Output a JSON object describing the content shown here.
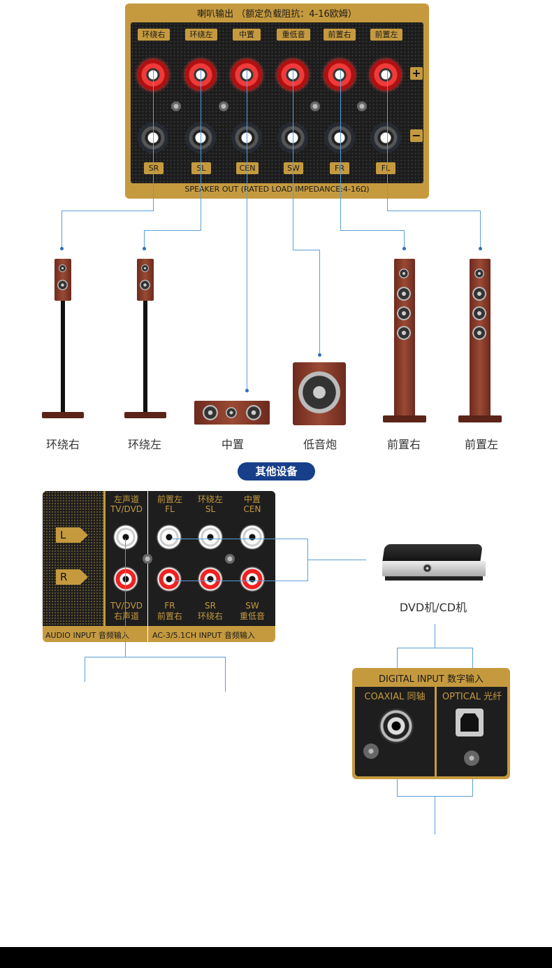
{
  "speaker_panel": {
    "title_cn": "喇叭输出 （额定负载阻抗：4-16欧姆）",
    "title_en": "SPEAKER OUT (RATED LOAD IMPEDANCE:4-16Ω)",
    "top_labels": [
      "环绕右",
      "环绕左",
      "中置",
      "重低音",
      "前置右",
      "前置左"
    ],
    "bottom_labels": [
      "SR",
      "SL",
      "CEN",
      "SW",
      "FR",
      "FL"
    ],
    "plus": "+",
    "minus": "−"
  },
  "speakers": [
    "环绕右",
    "环绕左",
    "中置",
    "低音炮",
    "前置右",
    "前置左"
  ],
  "other_devices_badge": "其他设备",
  "audio_input": {
    "left_cn": "左声道",
    "left_en": "TV/DVD",
    "right_en": "TV/DVD",
    "right_cn": "右声道",
    "L": "L",
    "R": "R",
    "footer": "AUDIO INPUT 音频输入"
  },
  "ac3_input": {
    "top": [
      {
        "cn": "前置左",
        "en": "FL"
      },
      {
        "cn": "环绕左",
        "en": "SL"
      },
      {
        "cn": "中置",
        "en": "CEN"
      }
    ],
    "bottom": [
      {
        "en": "FR",
        "cn": "前置右"
      },
      {
        "en": "SR",
        "cn": "环绕右"
      },
      {
        "en": "SW",
        "cn": "重低音"
      }
    ],
    "footer": "AC-3/5.1CH INPUT 音频输入"
  },
  "dvd_label": "DVD机/CD机",
  "digital_input": {
    "title": "DIGITAL INPUT 数字输入",
    "coaxial": "COAXIAL 同轴",
    "optical": "OPTICAL 光纤"
  },
  "colors": {
    "gold": "#c59a3f",
    "line": "#5a9fd8",
    "badge": "#173f8a"
  }
}
